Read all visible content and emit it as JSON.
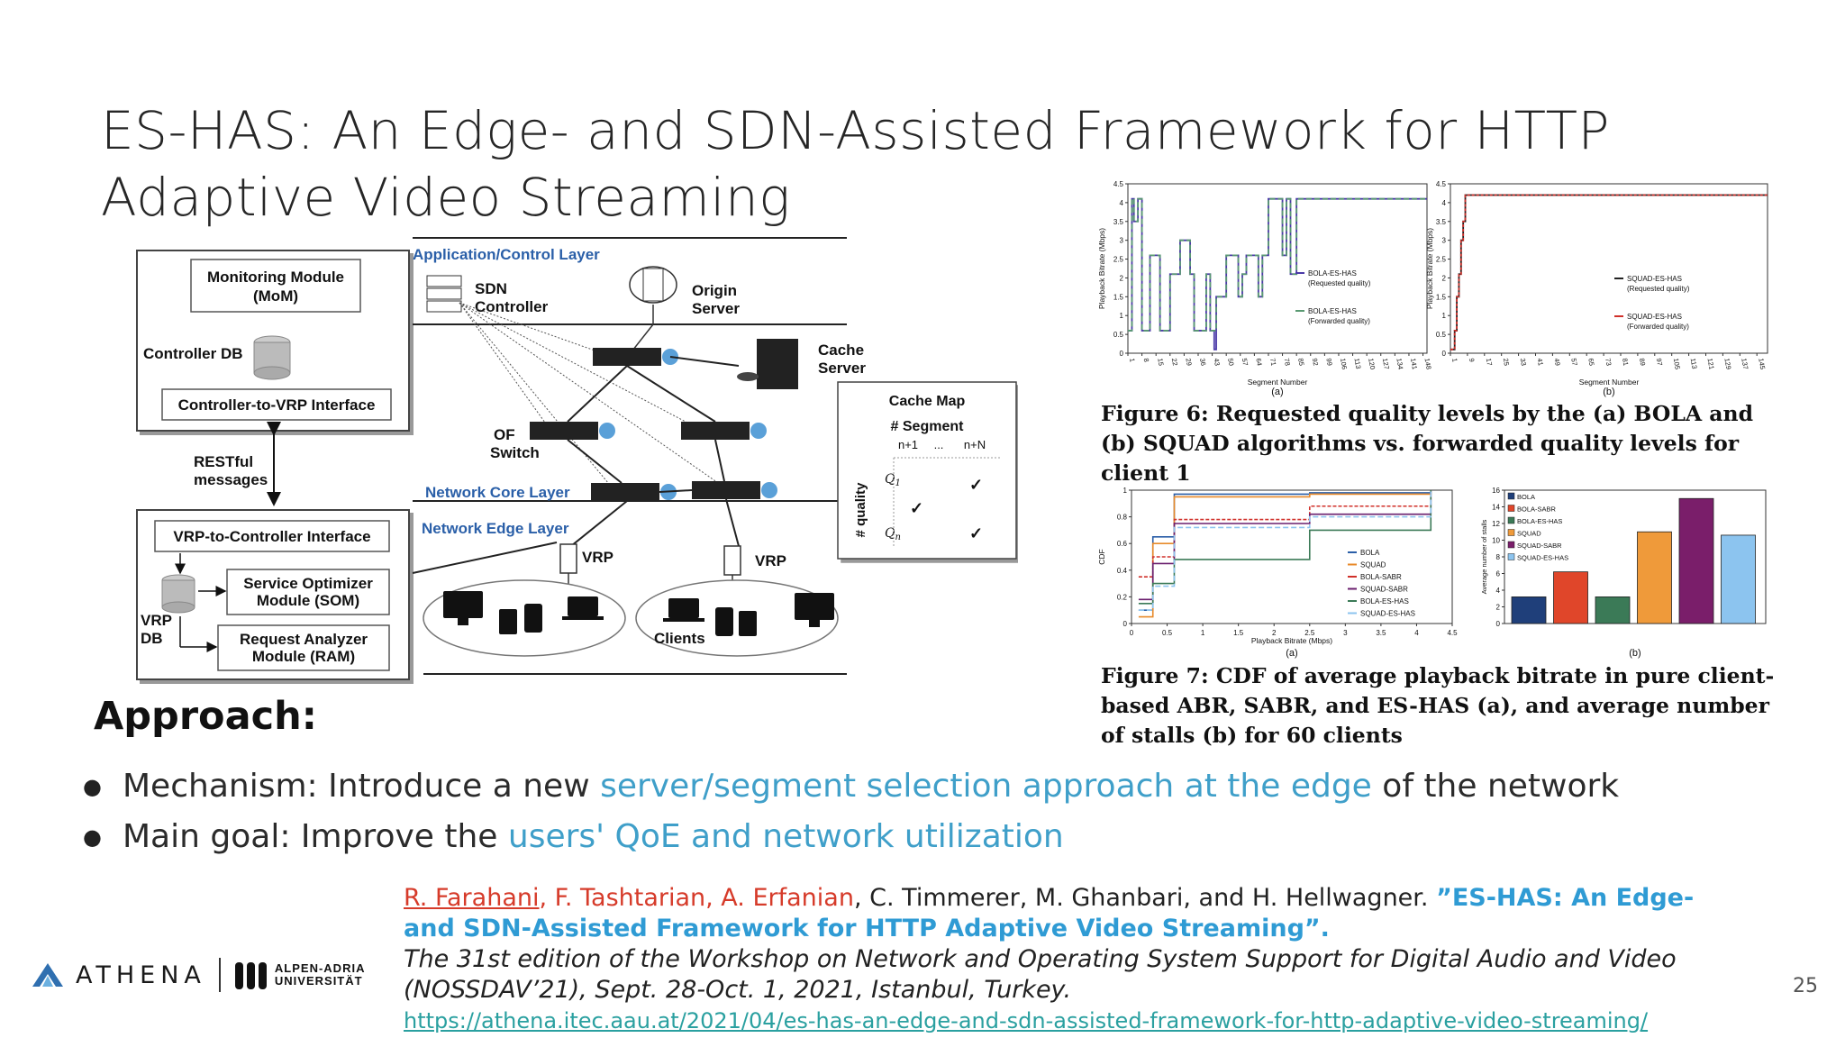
{
  "slide": {
    "title": "ES-HAS: An Edge- and SDN-Assisted Framework for HTTP Adaptive Video Streaming",
    "approach_heading": "Approach:",
    "bullets": [
      {
        "prefix": "Mechanism: Introduce a new ",
        "highlight": "server/segment selection approach at the edge",
        "suffix": " of the network"
      },
      {
        "prefix": "Main goal: Improve the ",
        "highlight": "users' QoE and network utilization",
        "suffix": ""
      }
    ],
    "page_number": "25",
    "colors": {
      "highlight": "#3f9fc9",
      "author_red": "#d63b2a",
      "paper_title_blue": "#2f9bd4",
      "link": "#2aa0a0"
    }
  },
  "citation": {
    "author_link": "R. Farahani",
    "authors_red": ", F. Tashtarian, A. Erfanian",
    "authors_rest": ", C. Timmerer, M. Ghanbari, and H. Hellwagner. ",
    "paper_title": "”ES-HAS: An Edge- and SDN-Assisted Framework for HTTP Adaptive Video Streaming”.",
    "venue": "The 31st edition of the Workshop on Network and Operating System Support for Digital Audio and Video (NOSSDAV’21), Sept. 28-Oct. 1, 2021, Istanbul, Turkey.",
    "url": "https://athena.itec.aau.at/2021/04/es-has-an-edge-and-sdn-assisted-framework-for-http-adaptive-video-streaming/"
  },
  "logos": {
    "athena": "ATHENA",
    "aau_line1": "ALPEN-ADRIA",
    "aau_line2": "UNIVERSITÄT"
  },
  "diagram": {
    "layers": {
      "app": "Application/Control Layer",
      "core": "Network Core Layer",
      "edge": "Network Edge Layer"
    },
    "controller_box": {
      "mom_line1": "Monitoring Module",
      "mom_line2": "(MoM)",
      "db": "Controller DB",
      "iface": "Controller-to-VRP Interface"
    },
    "restful_line1": "RESTful",
    "restful_line2": "messages",
    "vrp_box": {
      "iface": "VRP-to-Controller Interface",
      "som_line1": "Service Optimizer",
      "som_line2": "Module (SOM)",
      "ram_line1": "Request Analyzer",
      "ram_line2": "Module  (RAM)",
      "db_line1": "VRP",
      "db_line2": "DB"
    },
    "sdn_line1": "SDN",
    "sdn_line2": "Controller",
    "origin_line1": "Origin",
    "origin_line2": "Server",
    "cache_line1": "Cache",
    "cache_line2": "Server",
    "of_line1": "OF",
    "of_line2": "Switch",
    "vrp_left": "VRP",
    "vrp_right": "VRP",
    "clients": "Clients",
    "cache_map": {
      "title": "Cache Map",
      "segment": "# Segment",
      "col1": "n+1",
      "dots": "...",
      "colN": "n+N",
      "axis": "# quality",
      "q1": "Q",
      "q1_sub": "1",
      "qn": "Q",
      "qn_sub": "n",
      "check": "✓"
    }
  },
  "chart_data": [
    {
      "type": "line",
      "panel": "(a)",
      "xlabel": "Segment Number",
      "ylabel": "Playback Bitrate (Mbps)",
      "ylim": [
        0,
        4.5
      ],
      "yticks": [
        "0",
        "0.5",
        "1",
        "1.5",
        "2",
        "2.5",
        "3",
        "3.5",
        "4",
        "4.5"
      ],
      "xticks": [
        "1",
        "8",
        "15",
        "22",
        "29",
        "36",
        "43",
        "50",
        "57",
        "64",
        "71",
        "78",
        "85",
        "92",
        "99",
        "106",
        "113",
        "120",
        "127",
        "134",
        "141",
        "148"
      ],
      "xlim": [
        1,
        150
      ],
      "series": [
        {
          "name": "BOLA-ES-HAS (Requested quality)",
          "color": "#4b3aa8",
          "x": [
            1,
            3,
            4,
            6,
            8,
            10,
            12,
            15,
            17,
            20,
            22,
            25,
            27,
            30,
            32,
            34,
            38,
            40,
            42,
            44,
            45,
            50,
            52,
            56,
            58,
            60,
            63,
            66,
            68,
            71,
            76,
            78,
            80,
            82,
            85,
            88,
            150
          ],
          "y": [
            0.6,
            4.1,
            3.5,
            4.1,
            0.6,
            0.6,
            2.6,
            2.6,
            0.6,
            0.6,
            2.1,
            2.1,
            3.0,
            3.0,
            2.1,
            0.6,
            0.6,
            2.1,
            0.6,
            0.1,
            1.5,
            2.6,
            2.6,
            1.5,
            2.1,
            2.6,
            2.6,
            1.5,
            2.6,
            4.1,
            4.1,
            2.6,
            4.1,
            2.1,
            4.1,
            4.1,
            4.1
          ]
        },
        {
          "name": "BOLA-ES-HAS (Forwarded quality)",
          "color": "#5a9a72",
          "x": [
            1,
            3,
            4,
            6,
            8,
            10,
            12,
            15,
            17,
            20,
            22,
            25,
            27,
            30,
            32,
            34,
            38,
            40,
            42,
            44,
            45,
            50,
            52,
            56,
            58,
            60,
            63,
            66,
            68,
            71,
            76,
            78,
            80,
            82,
            85,
            88,
            150
          ],
          "y": [
            0.6,
            4.1,
            3.5,
            4.1,
            0.6,
            0.6,
            2.6,
            2.6,
            0.6,
            0.6,
            2.1,
            2.1,
            3.0,
            3.0,
            2.1,
            0.6,
            0.6,
            2.1,
            0.6,
            0.6,
            1.5,
            2.6,
            2.6,
            1.5,
            2.1,
            2.6,
            2.6,
            1.5,
            2.6,
            4.1,
            4.1,
            2.6,
            4.1,
            2.1,
            4.1,
            4.1,
            4.1
          ]
        }
      ]
    },
    {
      "type": "line",
      "panel": "(b)",
      "xlabel": "Segment Number",
      "ylabel": "Playback Bitrate (Mbps)",
      "ylim": [
        0,
        4.5
      ],
      "yticks": [
        "0",
        "0.5",
        "1",
        "1.5",
        "2",
        "2.5",
        "3",
        "3.5",
        "4",
        "4.5"
      ],
      "xticks": [
        "1",
        "9",
        "17",
        "25",
        "33",
        "41",
        "49",
        "57",
        "65",
        "73",
        "81",
        "89",
        "97",
        "105",
        "113",
        "121",
        "129",
        "137",
        "145"
      ],
      "xlim": [
        1,
        150
      ],
      "series": [
        {
          "name": "SQUAD-ES-HAS (Requested quality)",
          "color": "#222222",
          "x": [
            1,
            3,
            4,
            5,
            6,
            7,
            8,
            150
          ],
          "y": [
            0.1,
            0.6,
            1.5,
            2.1,
            3.0,
            3.5,
            4.2,
            4.2
          ]
        },
        {
          "name": "SQUAD-ES-HAS (Forwarded quality)",
          "color": "#d0302a",
          "x": [
            1,
            3,
            4,
            5,
            6,
            7,
            8,
            150
          ],
          "y": [
            0.1,
            0.6,
            1.5,
            2.1,
            3.0,
            3.5,
            4.2,
            4.2
          ]
        }
      ]
    },
    {
      "type": "line",
      "panel": "(a)",
      "xlabel": "Playback Bitrate (Mbps)",
      "ylabel": "CDF",
      "xlim": [
        0,
        4.5
      ],
      "ylim": [
        0,
        1
      ],
      "xticks": [
        "0",
        "0.5",
        "1",
        "1.5",
        "2",
        "2.5",
        "3",
        "3.5",
        "4",
        "4.5"
      ],
      "yticks": [
        "0",
        "0.2",
        "0.4",
        "0.6",
        "0.8",
        "1"
      ],
      "series": [
        {
          "name": "BOLA",
          "color": "#2b5fa8",
          "x": [
            0.1,
            0.3,
            0.6,
            2.5,
            4.2
          ],
          "y": [
            0.1,
            0.65,
            0.97,
            0.98,
            1.0
          ]
        },
        {
          "name": "SQUAD",
          "color": "#e88a2a",
          "x": [
            0.1,
            0.3,
            0.6,
            2.5,
            4.2
          ],
          "y": [
            0.05,
            0.6,
            0.95,
            0.97,
            1.0
          ]
        },
        {
          "name": "BOLA-SABR",
          "color": "#d0302a",
          "x": [
            0.1,
            0.3,
            0.6,
            2.5,
            4.2
          ],
          "y": [
            0.35,
            0.5,
            0.78,
            0.88,
            1.0
          ]
        },
        {
          "name": "SQUAD-SABR",
          "color": "#6a1e6e",
          "x": [
            0.1,
            0.3,
            0.6,
            2.5,
            4.2
          ],
          "y": [
            0.18,
            0.45,
            0.75,
            0.82,
            1.0
          ]
        },
        {
          "name": "BOLA-ES-HAS",
          "color": "#3b7a57",
          "x": [
            0.1,
            0.3,
            0.6,
            2.5,
            4.2
          ],
          "y": [
            0.15,
            0.3,
            0.48,
            0.7,
            1.0
          ]
        },
        {
          "name": "SQUAD-ES-HAS",
          "color": "#8cc4ef",
          "x": [
            0.1,
            0.3,
            0.6,
            2.5,
            4.2
          ],
          "y": [
            0.1,
            0.28,
            0.72,
            0.8,
            1.0
          ]
        }
      ]
    },
    {
      "type": "bar",
      "panel": "(b)",
      "ylabel": "Average number of stalls",
      "ylim": [
        0,
        16
      ],
      "yticks": [
        "0",
        "2",
        "4",
        "6",
        "8",
        "10",
        "12",
        "14",
        "16"
      ],
      "categories": [
        "BOLA",
        "BOLA-SABR",
        "BOLA-ES-HAS",
        "SQUAD",
        "SQUAD-SABR",
        "SQUAD-ES-HAS"
      ],
      "values": [
        3.2,
        6.2,
        3.2,
        11,
        15,
        10.6
      ],
      "colors": [
        "#1f3f7a",
        "#e0462a",
        "#3b7a57",
        "#ef9a3a",
        "#7a1e6a",
        "#8cc4ef"
      ]
    }
  ],
  "captions": {
    "fig6": "Figure 6: Requested quality levels by the (a) BOLA and (b) SQUAD algorithms vs. forwarded quality levels for client 1",
    "fig7": "Figure 7: CDF of average playback bitrate in pure client-based ABR, SABR, and ES-HAS (a), and average number of stalls (b) for 60 clients"
  }
}
